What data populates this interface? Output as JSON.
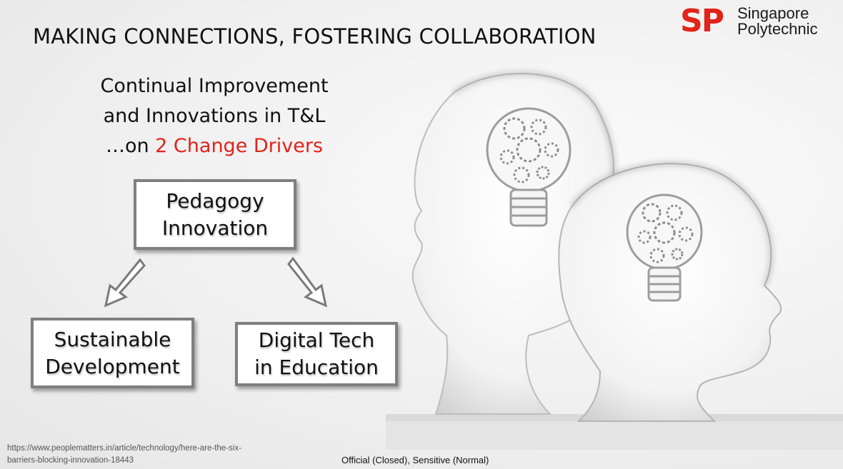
{
  "slide": {
    "title": "MAKING CONNECTIONS, FOSTERING COLLABORATION",
    "logo": {
      "mark": "SP",
      "name_line1": "Singapore",
      "name_line2": "Polytechnic",
      "brand_color": "#e2231a"
    },
    "subtitle": {
      "line1": "Continual Improvement",
      "line2": "and Innovations in T&L",
      "line3_prefix": "…on ",
      "line3_highlight": "2 Change Drivers",
      "highlight_color": "#e2231a"
    },
    "boxes": {
      "top": {
        "line1": "Pedagogy",
        "line2": "Innovation"
      },
      "left": {
        "line1": "Sustainable",
        "line2": "Development"
      },
      "right": {
        "line1": "Digital Tech",
        "line2": "in Education"
      }
    },
    "icons": [
      "down-left-arrow-icon",
      "down-right-arrow-icon",
      "head-lightbulb-gears-icon"
    ]
  },
  "footer": {
    "source_url": "https://www.peoplematters.in/article/technology/here-are-the-six-barriers-blocking-innovation-18443",
    "classification": "Official (Closed), Sensitive (Normal)"
  }
}
